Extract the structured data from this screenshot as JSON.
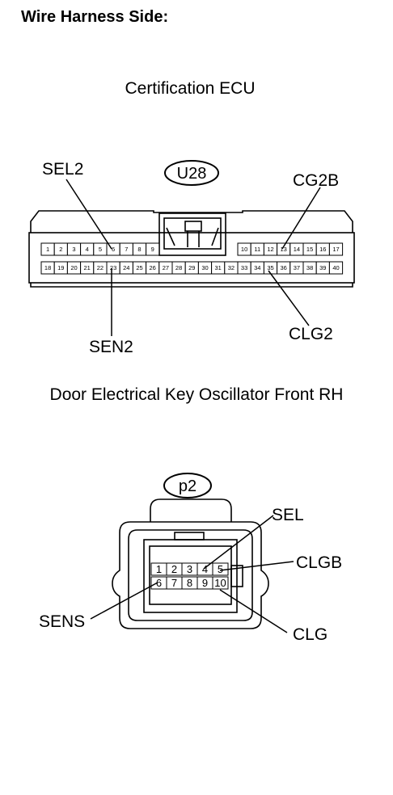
{
  "page_title": "Wire Harness Side:",
  "ecu": {
    "title": "Certification ECU",
    "connector_id": "U28",
    "pins_top": [
      "1",
      "2",
      "3",
      "4",
      "5",
      "6",
      "7",
      "8",
      "9",
      "",
      "",
      "",
      "",
      "",
      "",
      "10",
      "11",
      "12",
      "13",
      "14",
      "15",
      "16",
      "17"
    ],
    "pins_bottom": [
      "18",
      "19",
      "20",
      "21",
      "22",
      "23",
      "24",
      "25",
      "26",
      "27",
      "28",
      "29",
      "30",
      "31",
      "32",
      "33",
      "34",
      "35",
      "36",
      "37",
      "38",
      "39",
      "40"
    ],
    "labels": {
      "sel2": "SEL2",
      "cg2b": "CG2B",
      "sen2": "SEN2",
      "clg2": "CLG2"
    }
  },
  "oscillator": {
    "title": "Door Electrical Key Oscillator Front RH",
    "connector_id": "p2",
    "pins_top": [
      "1",
      "2",
      "3",
      "4",
      "5"
    ],
    "pins_bottom": [
      "6",
      "7",
      "8",
      "9",
      "10"
    ],
    "labels": {
      "sel": "SEL",
      "clgb": "CLGB",
      "sens": "SENS",
      "clg": "CLG"
    }
  }
}
